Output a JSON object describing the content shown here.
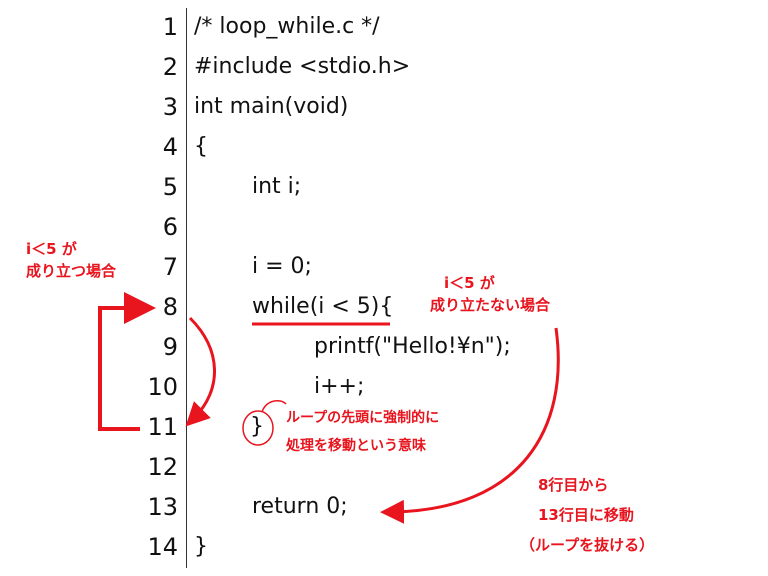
{
  "line_numbers": [
    "1",
    "2",
    "3",
    "4",
    "5",
    "6",
    "7",
    "8",
    "9",
    "10",
    "11",
    "12",
    "13",
    "14"
  ],
  "code_lines": [
    "/* loop_while.c */",
    "#include <stdio.h>",
    "int main(void)",
    "{",
    "int i;",
    "",
    "i = 0;",
    "while(i < 5){",
    "printf(\"Hello!¥n\");",
    "i++;",
    "}",
    "",
    "return 0;",
    "}"
  ],
  "annotations": {
    "true_case": {
      "line1": "i＜5 が",
      "line2": "成り立つ場合"
    },
    "false_case": {
      "line1": "i＜5 が",
      "line2": "成り立たない場合"
    },
    "brace_note": {
      "line1": "ループの先頭に強制的に",
      "line2": "処理を移動という意味"
    },
    "jump_note": {
      "line1": "8行目から",
      "line2": "13行目に移動",
      "line3": "（ループを抜ける）"
    }
  },
  "colors": {
    "annotation": "#e8141e",
    "text": "#111111"
  }
}
